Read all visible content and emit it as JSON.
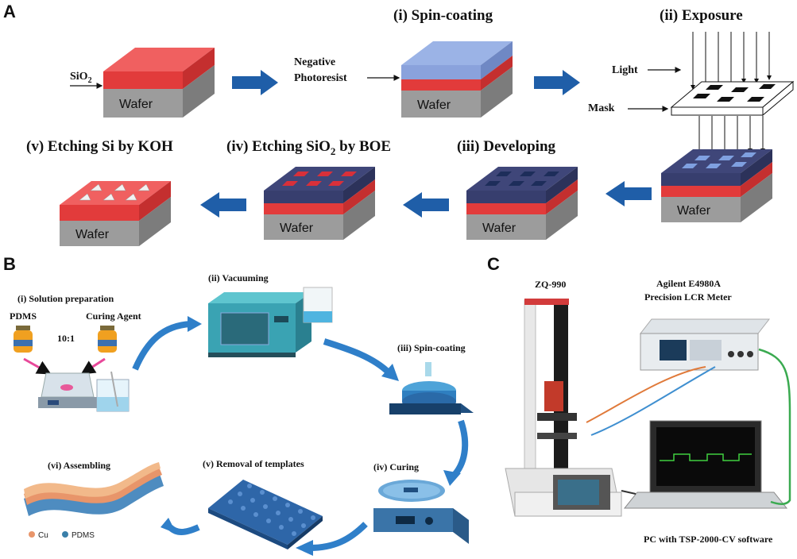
{
  "panels": {
    "a": {
      "letter": "A",
      "sio2_label": "SiO",
      "sio2_sub": "2",
      "negative_photoresist_line1": "Negative",
      "negative_photoresist_line2": "Photoresist",
      "light_label": "Light",
      "mask_label": "Mask",
      "wafer_label": "Wafer",
      "steps": {
        "spin_coating": "(i) Spin-coating",
        "exposure": "(ii) Exposure",
        "developing": "(iii) Developing",
        "etching_sio2_prefix": "(iv) Etching SiO",
        "etching_sio2_sub": "2",
        "etching_sio2_suffix": " by BOE",
        "etching_si": "(v) Etching Si by KOH"
      }
    },
    "b": {
      "letter": "B",
      "solution_preparation": "(i) Solution preparation",
      "pdms": "PDMS",
      "curing_agent": "Curing Agent",
      "ratio": "10:1",
      "vacuuming": "(ii) Vacuuming",
      "spin_coating": "(iii) Spin-coating",
      "curing": "(iv) Curing",
      "removal": "(v) Removal of templates",
      "assembling": "(vi) Assembling",
      "legend_cu": "Cu",
      "legend_pdms": "PDMS"
    },
    "c": {
      "letter": "C",
      "machine": "ZQ-990",
      "meter_line1": "Agilent E4980A",
      "meter_line2": "Precision LCR Meter",
      "pc": "PC with TSP-2000-CV software"
    }
  },
  "colors": {
    "sio2_red": "#e8403f",
    "wafer_gray": "#9a9a9a",
    "photoresist_blue": "#8fa9e0",
    "developed_navy": "#3f4679",
    "arrow_blue": "#1f5ea8",
    "process_arrow": "#2f7fc9",
    "cu_orange": "#e8956a",
    "pdms_teal": "#3a7fa9",
    "wire_orange": "#e07a3a",
    "wire_blue": "#3f8fd0",
    "wire_green": "#3aaa50"
  }
}
